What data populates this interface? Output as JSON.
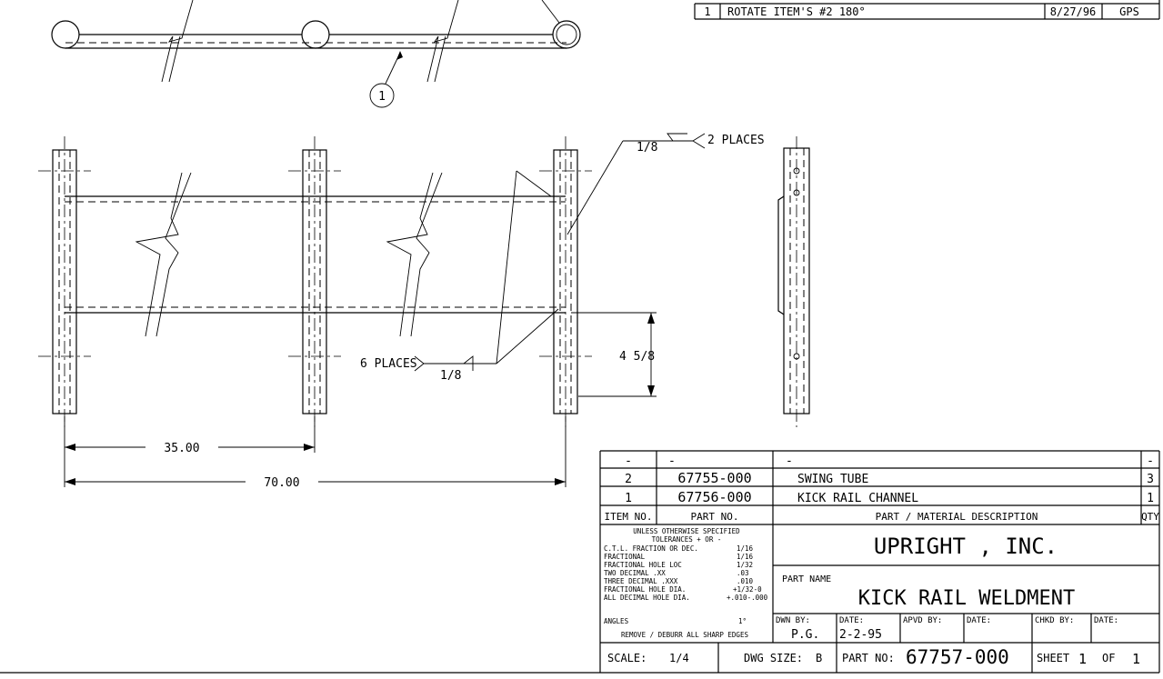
{
  "revision": {
    "number": "1",
    "description": "ROTATE ITEM'S #2 180°",
    "date": "8/27/96",
    "by": "GPS"
  },
  "callouts": {
    "item_balloon": "1",
    "weld_top_size": "1/8",
    "weld_top_places": "2 PLACES",
    "weld_bottom_places": "6 PLACES",
    "weld_bottom_size": "1/8",
    "height_dim": "4 5/8",
    "dim_35": "35.00",
    "dim_70": "70.00"
  },
  "bom": {
    "rows": [
      {
        "item": "-",
        "part": "-",
        "desc": "-",
        "qty": "-"
      },
      {
        "item": "2",
        "part": "67755-000",
        "desc": "SWING TUBE",
        "qty": "3"
      },
      {
        "item": "1",
        "part": "67756-000",
        "desc": "KICK RAIL CHANNEL",
        "qty": "1"
      }
    ],
    "headers": {
      "item": "ITEM NO.",
      "part": "PART NO.",
      "desc": "PART / MATERIAL  DESCRIPTION",
      "qty": "QTY"
    }
  },
  "tolerances": {
    "title1": "UNLESS OTHERWISE SPECIFIED",
    "title2": "TOLERANCES   + OR -",
    "rows": [
      {
        "label": "C.T.L. FRACTION OR DEC.",
        "value": "1/16"
      },
      {
        "label": "FRACTIONAL",
        "value": "1/16"
      },
      {
        "label": "FRACTIONAL HOLE LOC",
        "value": "1/32"
      },
      {
        "label": "TWO DECIMAL .XX",
        "value": ".03"
      },
      {
        "label": "THREE DECIMAL .XXX",
        "value": ".010"
      },
      {
        "label": "FRACTIONAL HOLE DIA.",
        "value": "+1/32-0"
      },
      {
        "label": "ALL DECIMAL HOLE DIA.",
        "value": "+.010-.000"
      },
      {
        "label": "ANGLES",
        "value": "1°"
      }
    ],
    "footer": "REMOVE / DEBURR ALL SHARP EDGES"
  },
  "title_block": {
    "company": "UPRIGHT , INC.",
    "part_name_label": "PART NAME",
    "part_name": "KICK RAIL WELDMENT",
    "dwn_by_label": "DWN BY:",
    "dwn_by": "P.G.",
    "date_label": "DATE:",
    "date": "2-2-95",
    "apvd_by_label": "APVD BY:",
    "date2_label": "DATE:",
    "chkd_by_label": "CHKD BY:",
    "date3_label": "DATE:",
    "scale_label": "SCALE:",
    "scale": "1/4",
    "dwg_size_label": "DWG SIZE:",
    "dwg_size": "B",
    "part_no_label": "PART NO:",
    "part_no": "67757-000",
    "sheet_label": "SHEET",
    "sheet": "1",
    "of_label": "OF",
    "of": "1"
  }
}
